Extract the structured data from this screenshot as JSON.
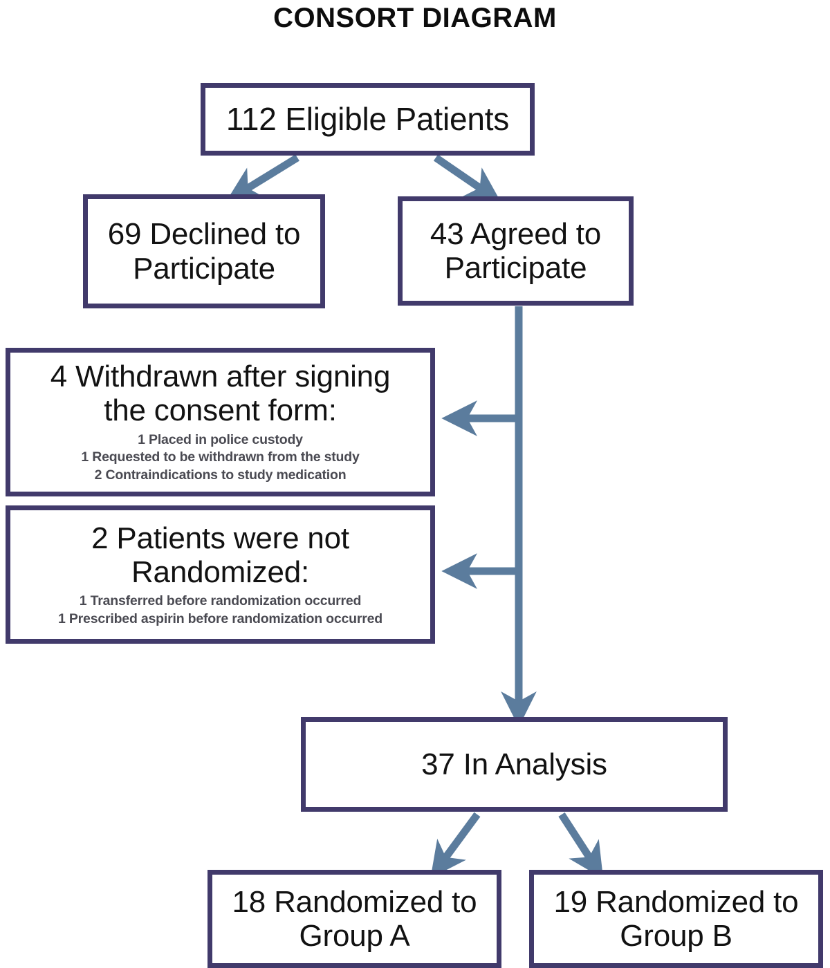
{
  "diagram": {
    "title": "CONSORT DIAGRAM",
    "colors": {
      "box_border": "#413a6b",
      "arrow": "#5b7c9d",
      "text": "#121212",
      "subtext": "#4a4a52",
      "background": "#ffffff"
    },
    "nodes": [
      {
        "id": "eligible",
        "label": "112 Eligible Patients",
        "count": 112,
        "sublines": []
      },
      {
        "id": "declined",
        "label": "69 Declined to\nParticipate",
        "count": 69,
        "sublines": []
      },
      {
        "id": "agreed",
        "label": "43 Agreed to\nParticipate",
        "count": 43,
        "sublines": []
      },
      {
        "id": "withdrawn",
        "label": "4 Withdrawn after signing\nthe consent form:",
        "count": 4,
        "sublines": [
          "1 Placed in police custody",
          "1 Requested to be withdrawn from the study",
          "2 Contraindications to study medication"
        ]
      },
      {
        "id": "not-randomized",
        "label": "2 Patients were not\nRandomized:",
        "count": 2,
        "sublines": [
          "1 Transferred before randomization occurred",
          "1 Prescribed aspirin before randomization occurred"
        ]
      },
      {
        "id": "analysis",
        "label": "37 In Analysis",
        "count": 37,
        "sublines": []
      },
      {
        "id": "group-a",
        "label": "18 Randomized to\nGroup A",
        "count": 18,
        "sublines": []
      },
      {
        "id": "group-b",
        "label": "19 Randomized to\nGroup B",
        "count": 19,
        "sublines": []
      }
    ],
    "edges": [
      {
        "from": "eligible",
        "to": "declined",
        "kind": "diagonal-arrow"
      },
      {
        "from": "eligible",
        "to": "agreed",
        "kind": "diagonal-arrow"
      },
      {
        "from": "agreed",
        "to": "withdrawn",
        "kind": "left-branch-arrow"
      },
      {
        "from": "agreed",
        "to": "not-randomized",
        "kind": "left-branch-arrow"
      },
      {
        "from": "agreed",
        "to": "analysis",
        "kind": "vertical-arrow"
      },
      {
        "from": "analysis",
        "to": "group-a",
        "kind": "diagonal-arrow"
      },
      {
        "from": "analysis",
        "to": "group-b",
        "kind": "diagonal-arrow"
      }
    ]
  }
}
